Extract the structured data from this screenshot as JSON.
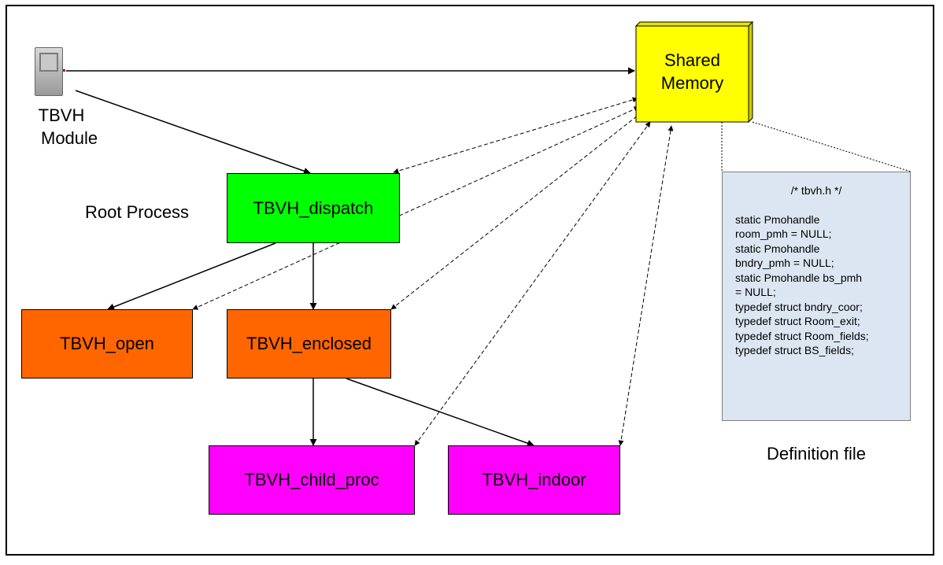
{
  "module": {
    "label_line1": "TBVH",
    "label_line2": "Module"
  },
  "shared_memory": {
    "line1": "Shared",
    "line2": "Memory",
    "color": "#ffff00"
  },
  "root_process_label": "Root Process",
  "processes": {
    "dispatch": {
      "label": "TBVH_dispatch",
      "color": "#00ff00"
    },
    "open": {
      "label": "TBVH_open",
      "color": "#ff6600"
    },
    "enclosed": {
      "label": "TBVH_enclosed",
      "color": "#ff6600"
    },
    "child_proc": {
      "label": "TBVH_child_proc",
      "color": "#ff00ff"
    },
    "indoor": {
      "label": "TBVH_indoor",
      "color": "#ff00ff"
    }
  },
  "definition_file": {
    "header": "/* tbvh.h */",
    "lines": [
      "static Pmohandle",
      "room_pmh = NULL;",
      "static Pmohandle",
      "bndry_pmh = NULL;",
      "static Pmohandle bs_pmh",
      "= NULL;",
      "typedef struct bndry_coor;",
      "typedef struct Room_exit;",
      "typedef struct Room_fields;",
      "typedef struct BS_fields;"
    ],
    "caption": "Definition file",
    "color": "#dce6f2"
  }
}
